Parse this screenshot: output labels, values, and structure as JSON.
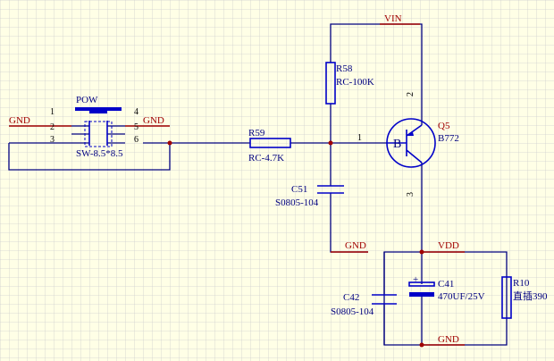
{
  "nets": {
    "vin": "VIN",
    "vdd": "VDD",
    "gnd": "GND"
  },
  "switch": {
    "ref": "POW",
    "value": "SW-8.5*8.5",
    "pins": [
      "1",
      "2",
      "3",
      "4",
      "5",
      "6"
    ]
  },
  "r59": {
    "ref": "R59",
    "value": "RC-4.7K"
  },
  "r58": {
    "ref": "R58",
    "value": "RC-100K"
  },
  "c51": {
    "ref": "C51",
    "value": "S0805-104"
  },
  "q5": {
    "ref": "Q5",
    "value": "B772",
    "base_letter": "B",
    "pin_base": "1",
    "pin_collector": "2",
    "pin_emitter": "3"
  },
  "c42": {
    "ref": "C42",
    "value": "S0805-104"
  },
  "c41": {
    "ref": "C41",
    "value": "470UF/25V",
    "polarity": "+"
  },
  "r10": {
    "ref": "R10",
    "value": "直插390"
  },
  "colors": {
    "background": "#ffffe6",
    "grid": "#cfcfcf",
    "wire": "#000080",
    "component": "#0000c8",
    "net_label": "#a00000",
    "text": "#000080"
  }
}
